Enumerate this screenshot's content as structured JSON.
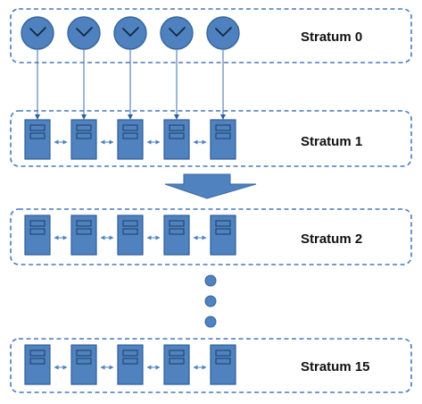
{
  "tiers": [
    {
      "label": "Stratum 0",
      "kind": "clock"
    },
    {
      "label": "Stratum 1",
      "kind": "server"
    },
    {
      "label": "Stratum 2",
      "kind": "server"
    },
    {
      "label": "Stratum 15",
      "kind": "server"
    }
  ],
  "nodes_per_tier": 5,
  "ellipsis_dots": 3,
  "colors": {
    "accent": "#4f82be",
    "border": "#4a78b7",
    "text": "#111111"
  }
}
